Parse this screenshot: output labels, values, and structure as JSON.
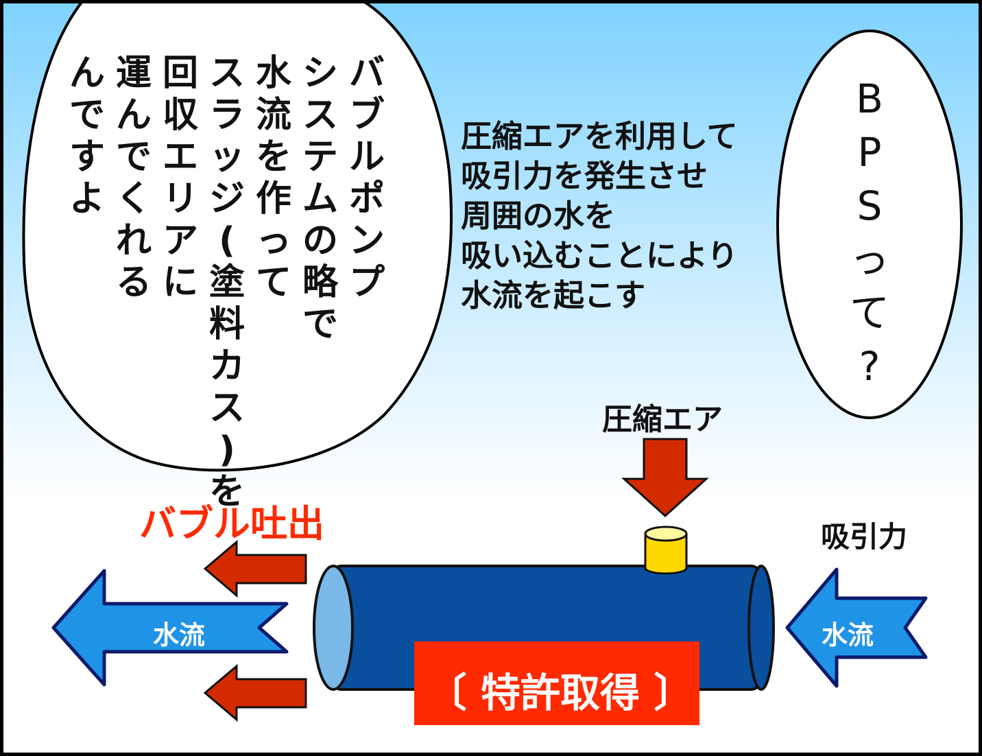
{
  "left_bubble": {
    "lines": [
      "バブルポンプ",
      "システムの略で",
      "水流を作って",
      "スラッジ(塗料カス)を",
      "回収エリアに",
      "運んでくれる",
      "んですよ"
    ]
  },
  "center_text": {
    "lines": [
      "圧縮エアを利用して",
      "吸引力を発生させ",
      "周囲の水を",
      "吸い込むことにより",
      "水流を起こす"
    ]
  },
  "right_bubble": {
    "lines": [
      "BPSって?"
    ]
  },
  "diagram": {
    "air_label": "圧縮エア",
    "bubble_label": "バブル吐出",
    "suction_label": "吸引力",
    "flow_left_label": "水流",
    "flow_right_label": "水流",
    "patent_label": "〔 特許取得 〕"
  },
  "colors": {
    "sky_top": "#7fd2ff",
    "pipe_body": "#0a4f9e",
    "pipe_end": "#7ab8e8",
    "arrow_red": "#d42a00",
    "flow_arrow": "#1f93e6",
    "patent_box": "#ff2a00",
    "nozzle": "#ffe600"
  }
}
